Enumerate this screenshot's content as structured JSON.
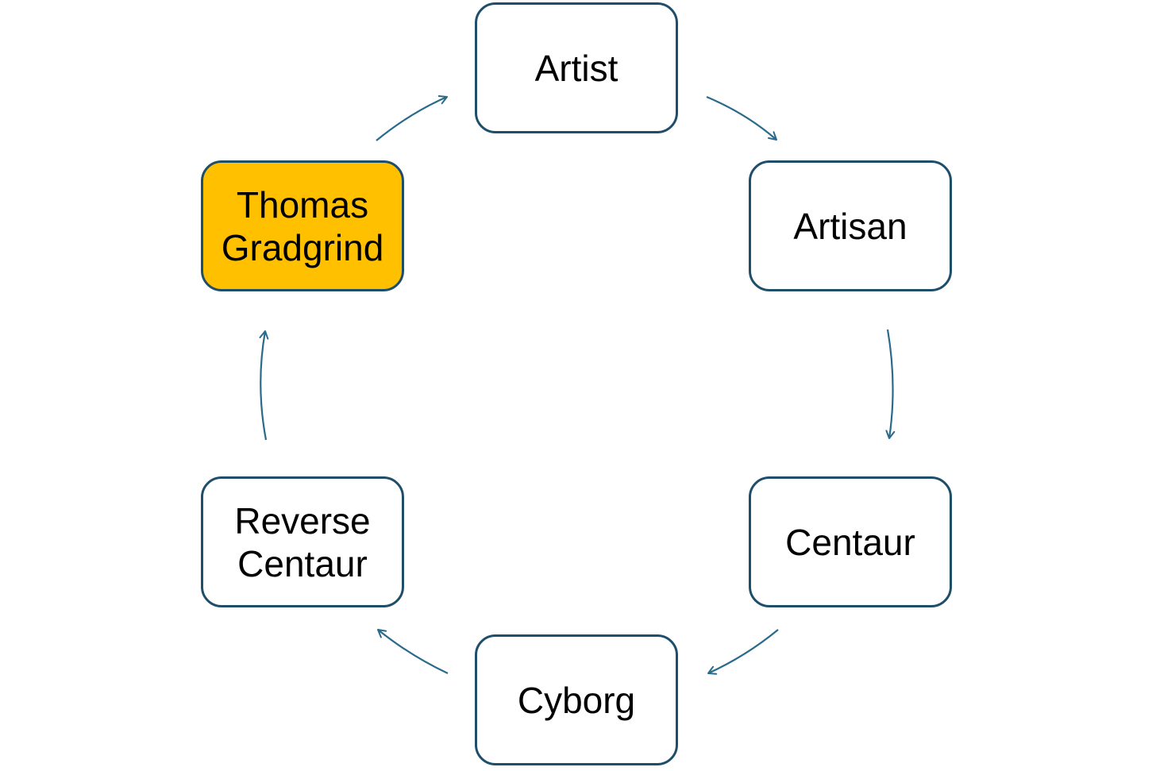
{
  "colors": {
    "border": "#1f4e6b",
    "arrow": "#2a6a8a",
    "node_fill": "#ffffff",
    "highlight_fill": "#ffc000",
    "text": "#000000"
  },
  "nodes": {
    "artist": {
      "lines": [
        "Artist"
      ]
    },
    "artisan": {
      "lines": [
        "Artisan"
      ]
    },
    "centaur": {
      "lines": [
        "Centaur"
      ]
    },
    "cyborg": {
      "lines": [
        "Cyborg"
      ]
    },
    "reverse_centaur": {
      "lines": [
        "Reverse",
        "Centaur"
      ]
    },
    "gradgrind": {
      "lines": [
        "Thomas",
        "Gradgrind"
      ],
      "highlighted": true
    }
  },
  "edges": [
    {
      "from": "artist",
      "to": "artisan"
    },
    {
      "from": "artisan",
      "to": "centaur"
    },
    {
      "from": "centaur",
      "to": "cyborg"
    },
    {
      "from": "cyborg",
      "to": "reverse_centaur"
    },
    {
      "from": "reverse_centaur",
      "to": "gradgrind"
    },
    {
      "from": "gradgrind",
      "to": "artist"
    }
  ]
}
